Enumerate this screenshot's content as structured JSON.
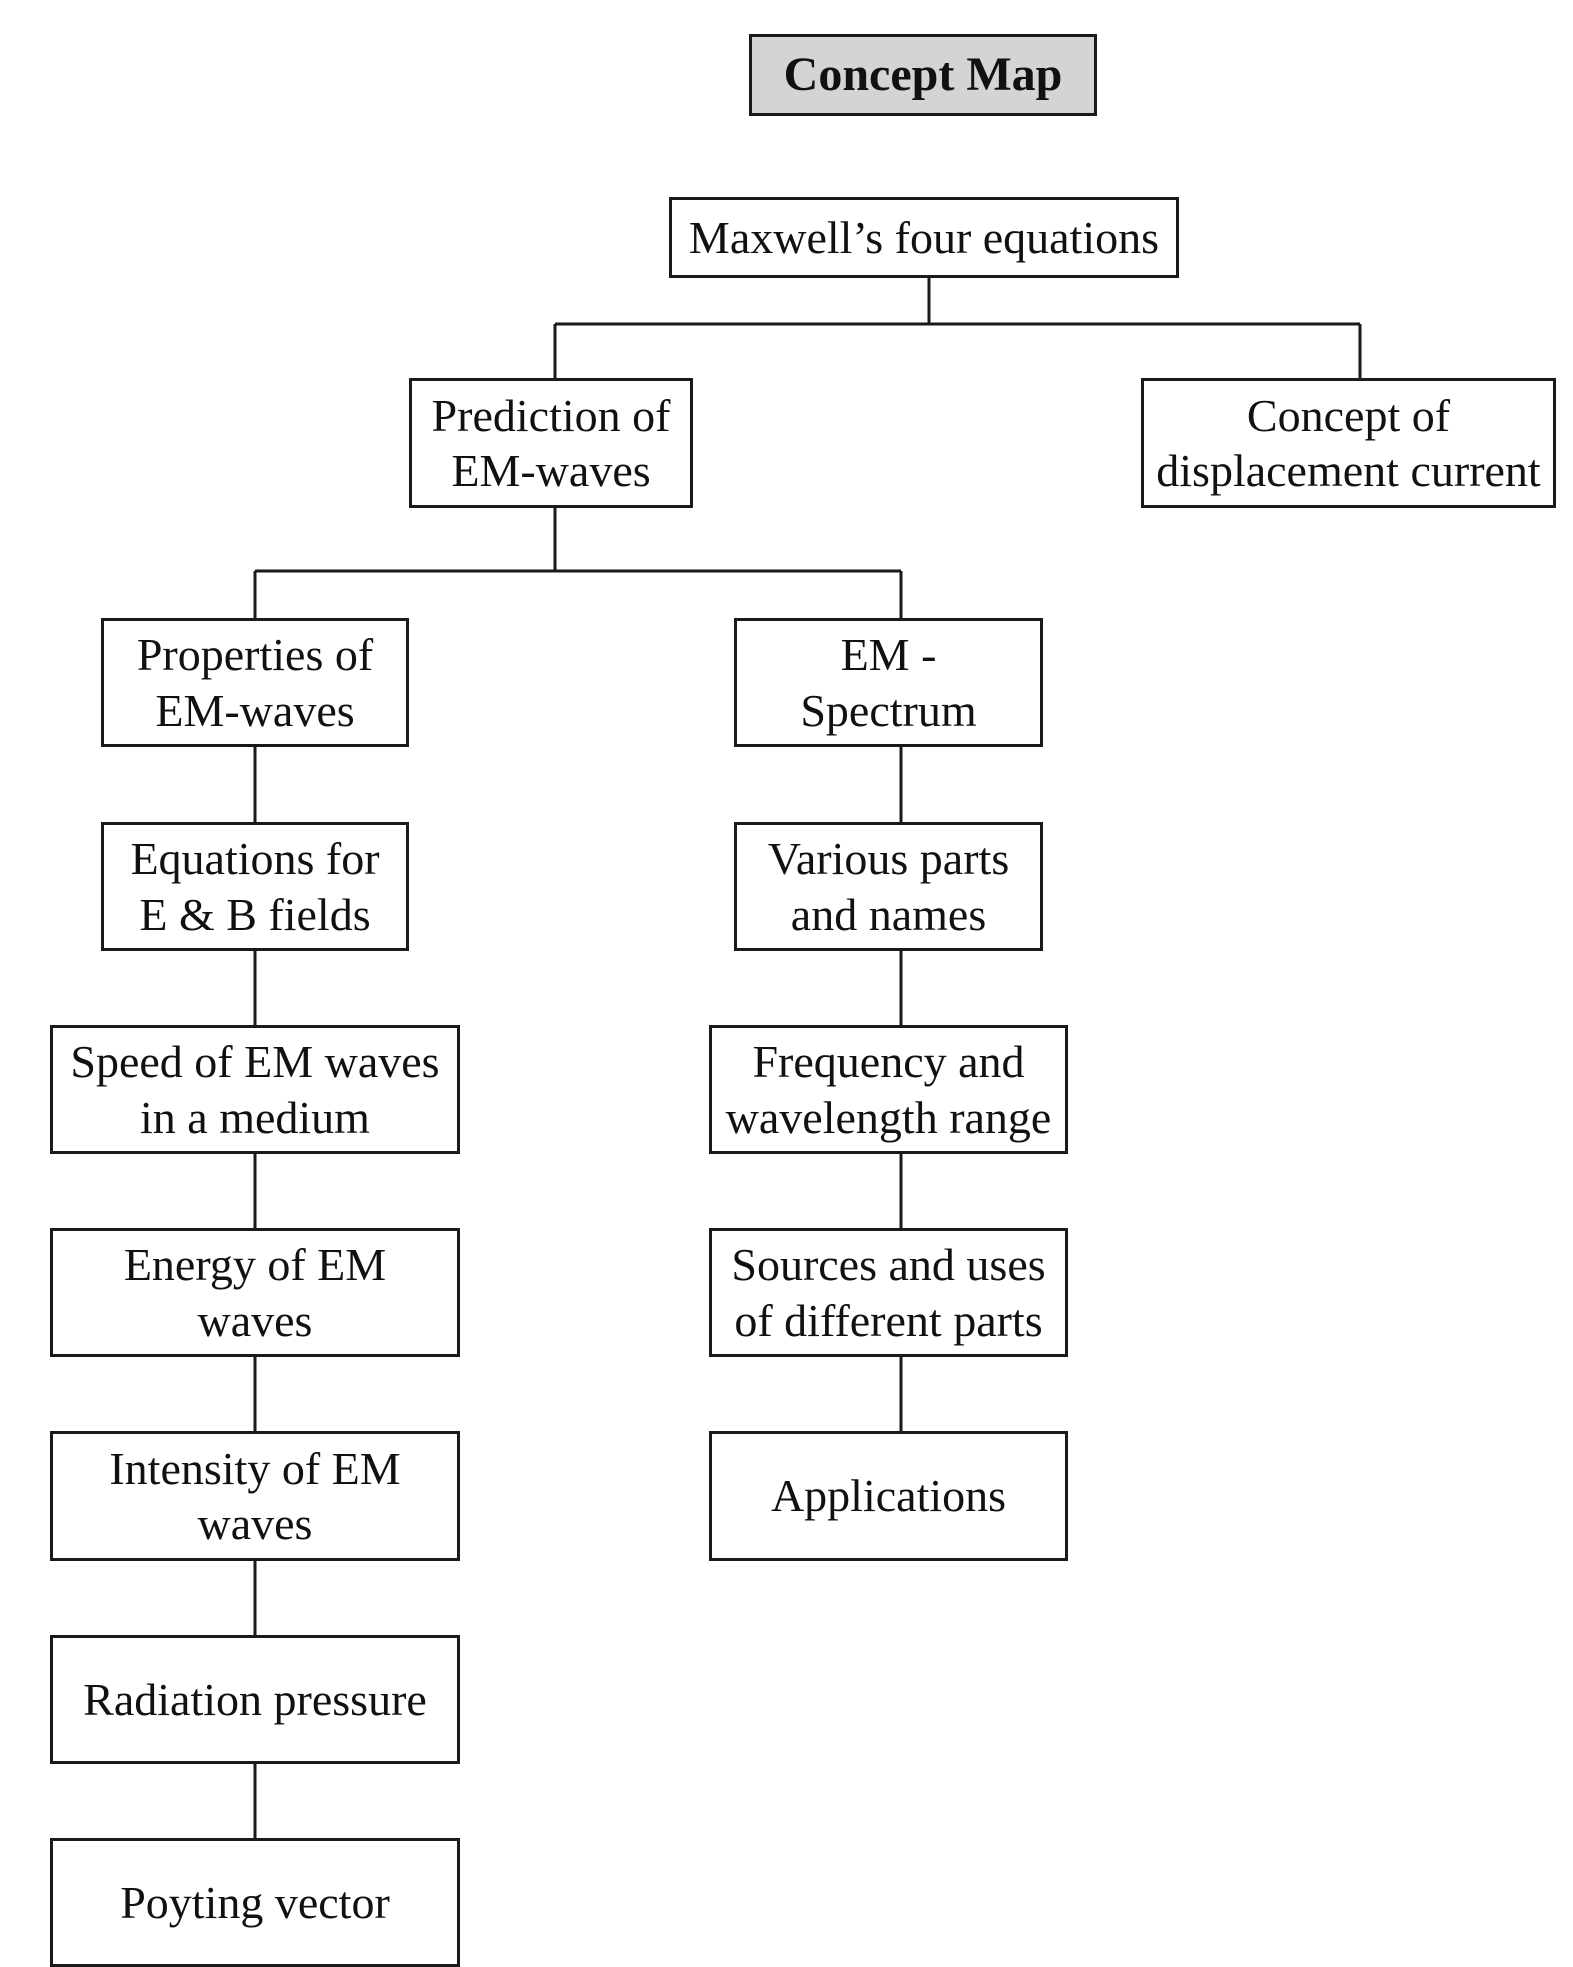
{
  "title": "Concept Map",
  "nodes": {
    "maxwell": [
      "Maxwell’s four equations"
    ],
    "prediction": [
      "Prediction of",
      "EM-waves"
    ],
    "displacement": [
      "Concept of",
      "displacement current"
    ],
    "properties": [
      "Properties of",
      "EM-waves"
    ],
    "equations": [
      "Equations for",
      "E & B fields"
    ],
    "speed": [
      "Speed of EM waves",
      "in a medium"
    ],
    "energy": [
      "Energy of EM",
      "waves"
    ],
    "intensity": [
      "Intensity of EM",
      "waves"
    ],
    "radiation": [
      "Radiation pressure"
    ],
    "poyting": [
      "Poyting vector"
    ],
    "spectrum": [
      "EM - Spectrum"
    ],
    "parts": [
      "Various parts",
      "and names"
    ],
    "frequency": [
      "Frequency and",
      "wavelength range"
    ],
    "sources": [
      "Sources and uses",
      "of different parts"
    ],
    "applications": [
      "Applications"
    ]
  }
}
